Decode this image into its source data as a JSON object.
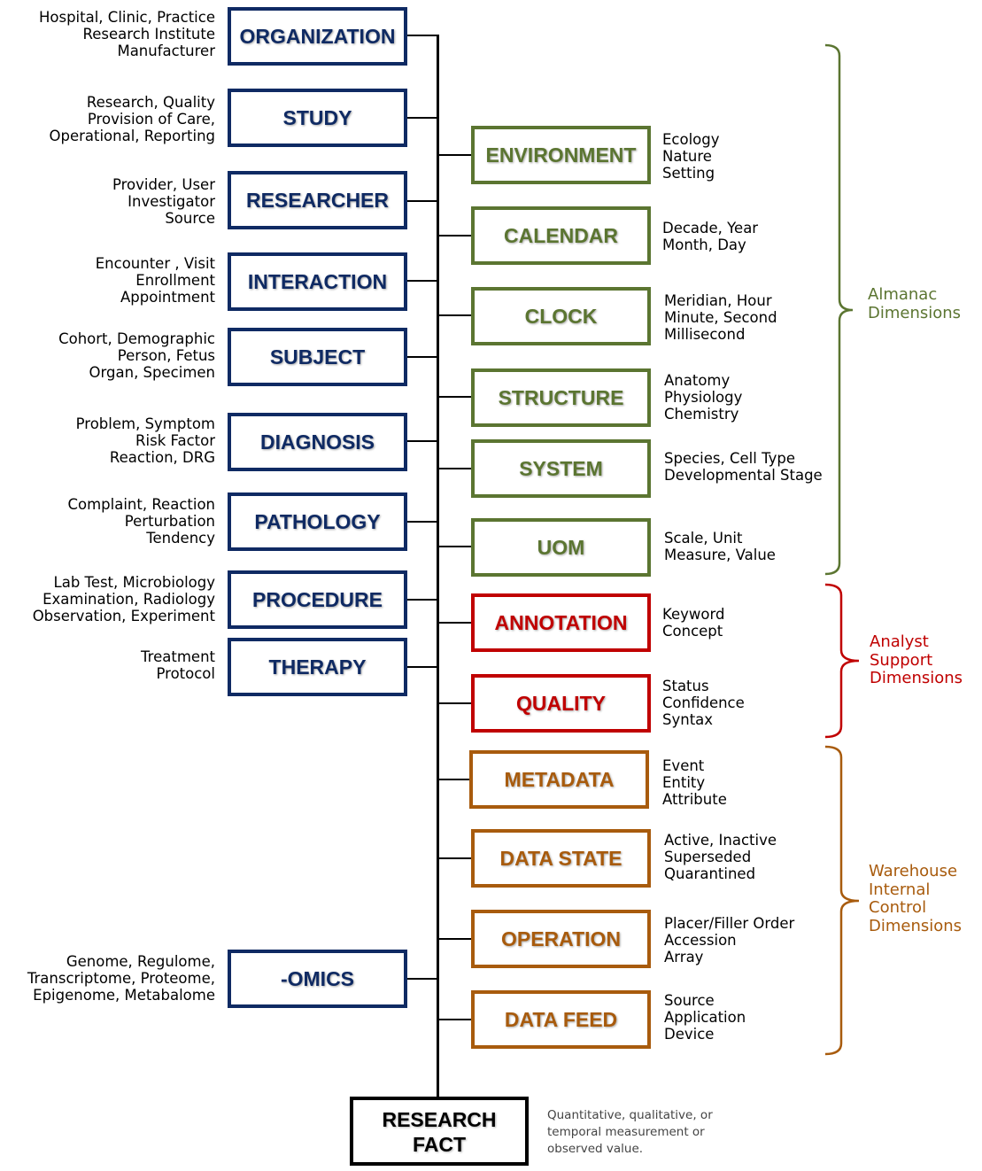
{
  "colors": {
    "navy": "#0f2a63",
    "green": "#5b7531",
    "red": "#c00000",
    "brown": "#a85b0d",
    "black": "#000000"
  },
  "left_dimensions": [
    {
      "label": "ORGANIZATION",
      "lines": [
        "Hospital, Clinic, Practice",
        "Research Institute",
        "Manufacturer"
      ]
    },
    {
      "label": "STUDY",
      "lines": [
        "Research, Quality",
        "Provision of Care,",
        "Operational, Reporting"
      ]
    },
    {
      "label": "RESEARCHER",
      "lines": [
        "Provider, User",
        "Investigator",
        "Source"
      ]
    },
    {
      "label": "INTERACTION",
      "lines": [
        "Encounter , Visit",
        "Enrollment",
        "Appointment"
      ]
    },
    {
      "label": "SUBJECT",
      "lines": [
        "Cohort, Demographic",
        "Person, Fetus",
        "Organ, Specimen"
      ]
    },
    {
      "label": "DIAGNOSIS",
      "lines": [
        "Problem, Symptom",
        "Risk Factor",
        "Reaction, DRG"
      ]
    },
    {
      "label": "PATHOLOGY",
      "lines": [
        "Complaint, Reaction",
        "Perturbation",
        "Tendency"
      ]
    },
    {
      "label": "PROCEDURE",
      "lines": [
        "Lab Test, Microbiology",
        "Examination, Radiology",
        "Observation, Experiment"
      ]
    },
    {
      "label": "THERAPY",
      "lines": [
        "Treatment",
        "Protocol"
      ]
    },
    {
      "label": "-OMICS",
      "lines": [
        "Genome, Regulome,",
        "Transcriptome, Proteome,",
        "Epigenome, Metabalome"
      ]
    }
  ],
  "right_dimensions": [
    {
      "label": "ENVIRONMENT",
      "lines": [
        "Ecology",
        "Nature",
        "Setting"
      ]
    },
    {
      "label": "CALENDAR",
      "lines": [
        "Decade, Year",
        "Month, Day"
      ]
    },
    {
      "label": "CLOCK",
      "lines": [
        "Meridian, Hour",
        "Minute, Second",
        "Millisecond"
      ]
    },
    {
      "label": "STRUCTURE",
      "lines": [
        "Anatomy",
        "Physiology",
        "Chemistry"
      ]
    },
    {
      "label": "SYSTEM",
      "lines": [
        "Species, Cell Type",
        "Developmental Stage"
      ]
    },
    {
      "label": "UOM",
      "lines": [
        "Scale, Unit",
        "Measure, Value"
      ]
    },
    {
      "label": "ANNOTATION",
      "lines": [
        "Keyword",
        "Concept"
      ]
    },
    {
      "label": "QUALITY",
      "lines": [
        "Status",
        "Confidence",
        "Syntax"
      ]
    },
    {
      "label": "METADATA",
      "lines": [
        "Event",
        "Entity",
        "Attribute"
      ]
    },
    {
      "label": "DATA STATE",
      "lines": [
        "Active, Inactive",
        "Superseded",
        "Quarantined"
      ]
    },
    {
      "label": "OPERATION",
      "lines": [
        "Placer/Filler Order",
        "Accession",
        "Array"
      ]
    },
    {
      "label": "DATA FEED",
      "lines": [
        "Source",
        "Application",
        "Device"
      ]
    }
  ],
  "groups": [
    {
      "lines": [
        "Almanac",
        "Dimensions"
      ]
    },
    {
      "lines": [
        "Analyst",
        "Support",
        "Dimensions"
      ]
    },
    {
      "lines": [
        "Warehouse",
        "Internal",
        "Control",
        "Dimensions"
      ]
    }
  ],
  "fact": {
    "lines": [
      "RESEARCH",
      "FACT"
    ],
    "note": "Quantitative, qualitative, or temporal measurement or observed value."
  }
}
